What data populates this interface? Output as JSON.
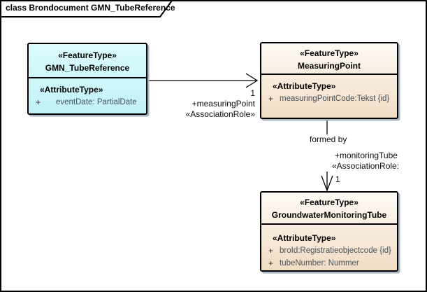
{
  "diagram": {
    "title": "class Brondocument GMN_TubeReference",
    "tool_style": "Enterprise Architect UML class diagram"
  },
  "colors": {
    "cyan_top": "#dbfcfe",
    "cyan_bottom": "#c2f1f5",
    "beige_top": "#fdfaf5",
    "beige_bottom": "#f2dcc4",
    "border": "#000000",
    "shadow": "#a9b6c2",
    "attribute_text": "#45525a"
  },
  "classes": [
    {
      "stereotype": "«FeatureType»",
      "name": "GMN_TubeReference",
      "attr_header": "«AttributeType»",
      "attributes": [
        {
          "visibility": "+",
          "signature": "eventDate: PartialDate"
        }
      ]
    },
    {
      "stereotype": "«FeatureType»",
      "name": "MeasuringPoint",
      "attr_header": "«AttributeType»",
      "attributes": [
        {
          "visibility": "+",
          "signature": "measuringPointCode:Tekst {id}"
        }
      ]
    },
    {
      "stereotype": "«FeatureType»",
      "name": "GroundwaterMonitoringTube",
      "attr_header": "«AttributeType»",
      "attributes": [
        {
          "visibility": "+",
          "signature": "broId:Registratieobjectcode {id}"
        },
        {
          "visibility": "+",
          "signature": "tubeNumber: Nummer"
        }
      ]
    }
  ],
  "associations": [
    {
      "source": "GMN_TubeReference",
      "target": "MeasuringPoint",
      "target_multiplicity": "1",
      "target_role": "+measuringPoint",
      "target_role_stereotype": "«AssociationRole»"
    },
    {
      "source": "MeasuringPoint",
      "target": "GroundwaterMonitoringTube",
      "name": "formed by",
      "target_multiplicity": "1",
      "target_role": "+monitoringTube",
      "target_role_stereotype": "«AssociationRole:"
    }
  ]
}
